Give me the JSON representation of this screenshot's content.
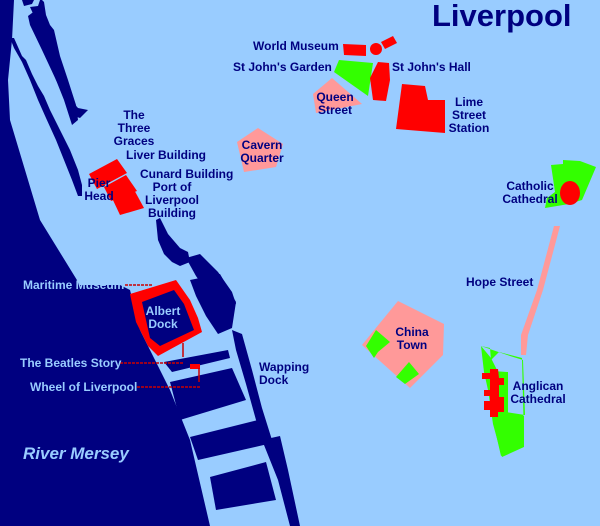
{
  "map": {
    "title": "Liverpool",
    "colors": {
      "land": "#99ccff",
      "water": "#000080",
      "landmark_building": "#ff0000",
      "district": "#ff9999",
      "park": "#33ff00",
      "label_text": "#000080",
      "water_label_text": "#99ccff",
      "leader_line": "#cc0000"
    },
    "water_label": "River Mersey",
    "labels": {
      "world_museum": "World Museum",
      "st_johns_garden": "St John's Garden",
      "st_johns_hall": "St John's Hall",
      "queen_street": [
        "Queen",
        "Street"
      ],
      "lime_street_station": [
        "Lime",
        "Street",
        "Station"
      ],
      "three_graces": [
        "The",
        "Three",
        "Graces"
      ],
      "liver_building": "Liver Building",
      "cunard_building": "Cunard Building",
      "pier_head": [
        "Pier",
        "Head"
      ],
      "port_of_liverpool_building": [
        "Port of",
        "Liverpool",
        "Building"
      ],
      "cavern_quarter": [
        "Cavern",
        "Quarter"
      ],
      "catholic_cathedral": [
        "Catholic",
        "Cathedral"
      ],
      "hope_street": "Hope Street",
      "maritime_museum": "Maritime Museum",
      "albert_dock": [
        "Albert",
        "Dock"
      ],
      "the_beatles_story": "The Beatles Story",
      "wheel_of_liverpool": "Wheel of Liverpool",
      "wapping_dock": [
        "Wapping",
        "Dock"
      ],
      "china_town": [
        "China",
        "Town"
      ],
      "anglican_cathedral": [
        "Anglican",
        "Cathedral"
      ]
    }
  }
}
